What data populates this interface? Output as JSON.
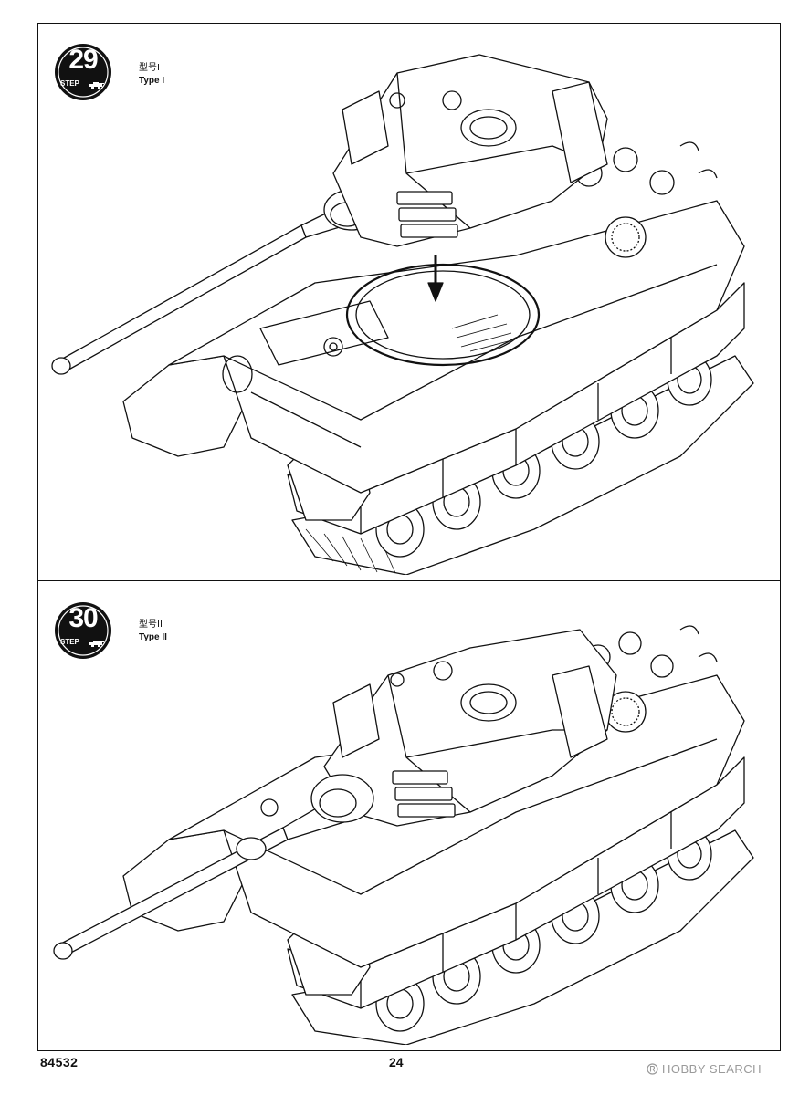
{
  "steps": [
    {
      "number": "29",
      "step_word": "STEP",
      "type_cn": "型号I",
      "type_en": "Type I"
    },
    {
      "number": "30",
      "step_word": "STEP",
      "type_cn": "型号II",
      "type_en": "Type II"
    }
  ],
  "footer": {
    "kit_number": "84532",
    "page_number": "24"
  },
  "watermark": {
    "text": "HOBBY SEARCH",
    "icon": "registered-mark-icon"
  },
  "colors": {
    "line": "#111111",
    "background": "#ffffff",
    "watermark": "#9a9a9a",
    "badge": "#111111"
  }
}
